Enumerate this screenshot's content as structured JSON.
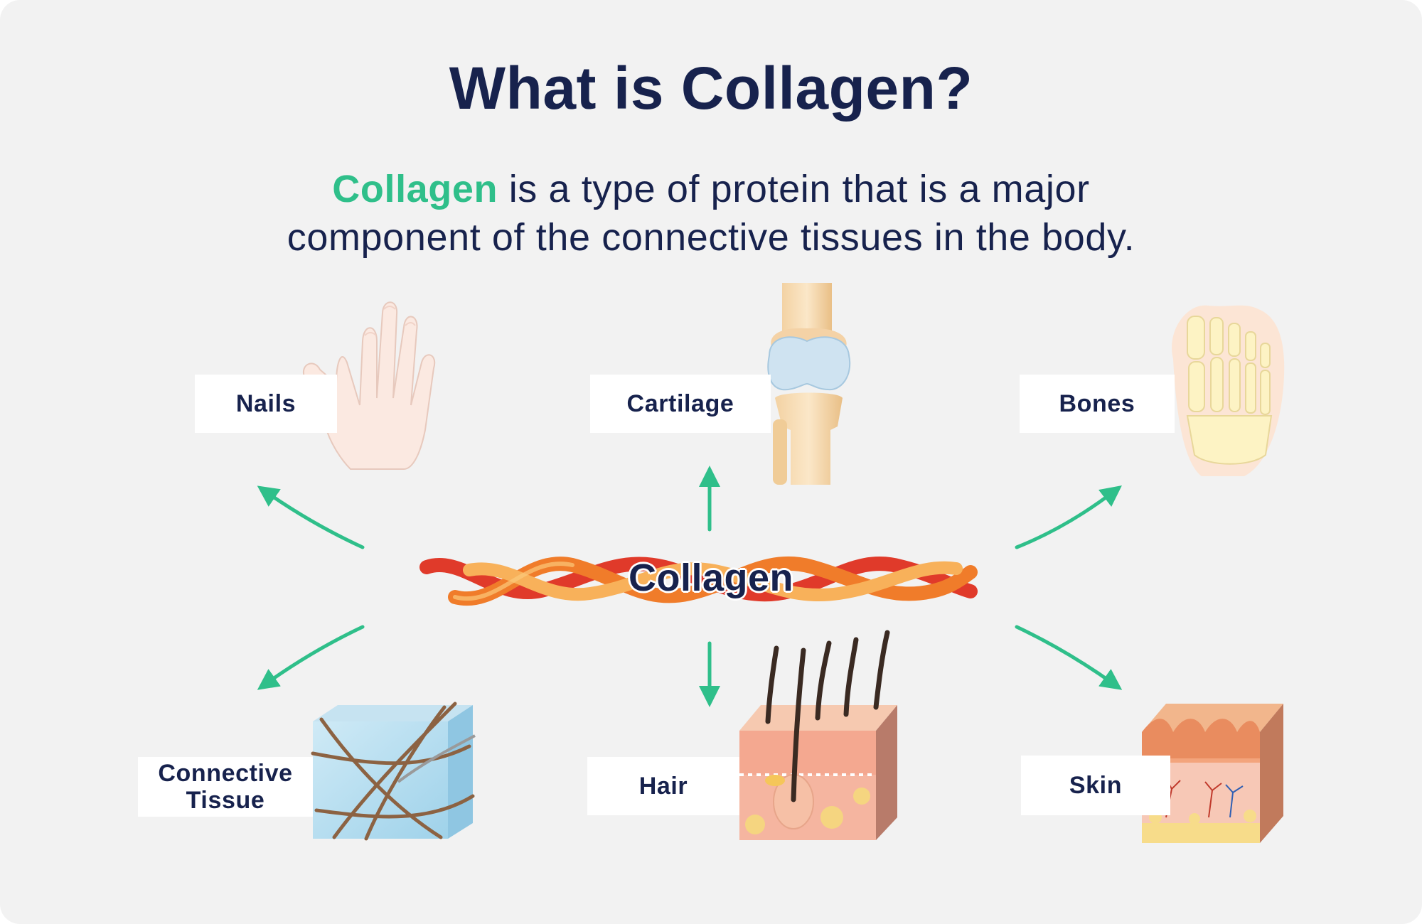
{
  "title": "What is Collagen?",
  "intro": {
    "highlight": "Collagen",
    "line1_rest": " is a type of protein that is a major",
    "line2": "component of the connective tissues in the body."
  },
  "center_label": "Collagen",
  "targets": [
    {
      "label": "Nails",
      "icon": "hand-icon"
    },
    {
      "label": "Cartilage",
      "icon": "knee-joint-icon"
    },
    {
      "label": "Bones",
      "icon": "foot-bones-icon"
    },
    {
      "label": "Connective Tissue",
      "icon": "connective-tissue-cube-icon"
    },
    {
      "label": "Hair",
      "icon": "hair-follicle-skin-icon"
    },
    {
      "label": "Skin",
      "icon": "skin-layers-icon"
    }
  ],
  "colors": {
    "navy": "#17224d",
    "accent": "#2fbf8a",
    "background": "#f2f2f2"
  }
}
